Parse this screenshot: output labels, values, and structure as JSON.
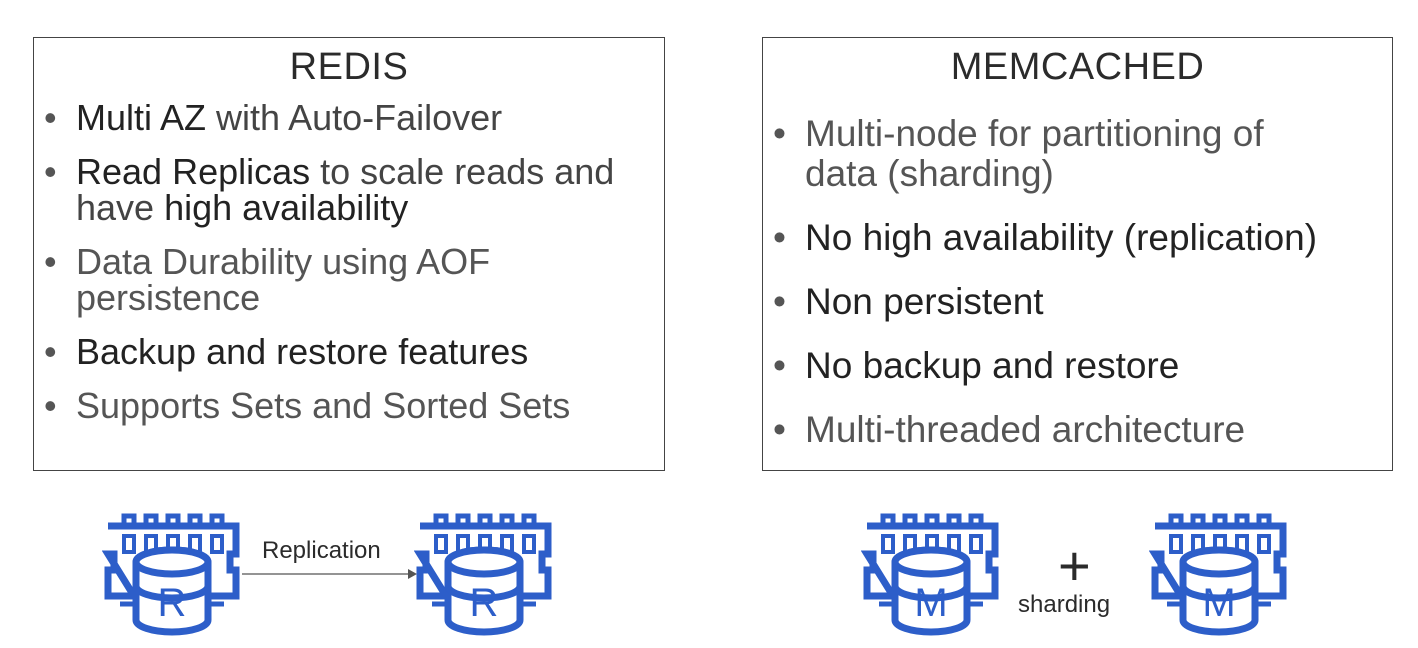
{
  "redis": {
    "title": "REDIS",
    "items": [
      {
        "strong": "Multi AZ",
        "rest": " with Auto-Failover"
      },
      {
        "strong": "Read Replicas",
        "rest1": " to scale reads and",
        "rest2": "have ",
        "strong2": "high availability"
      },
      {
        "line1": "Data Durability using AOF",
        "line2": "persistence"
      },
      {
        "text": "Backup and restore features"
      },
      {
        "text": "Supports Sets and Sorted Sets"
      }
    ],
    "node_letter": "R",
    "arrow_label": "Replication"
  },
  "memcached": {
    "title": "MEMCACHED",
    "items": [
      {
        "line1": "Multi-node for partitioning of",
        "line2": "data (sharding)"
      },
      {
        "text": "No high availability (replication)"
      },
      {
        "text": "Non persistent"
      },
      {
        "text": "No backup and restore"
      },
      {
        "text": "Multi-threaded architecture"
      }
    ],
    "node_letter": "M",
    "plus": "+",
    "join_label": "sharding"
  },
  "colors": {
    "icon_blue": "#2d5ec9",
    "border": "#444444"
  }
}
